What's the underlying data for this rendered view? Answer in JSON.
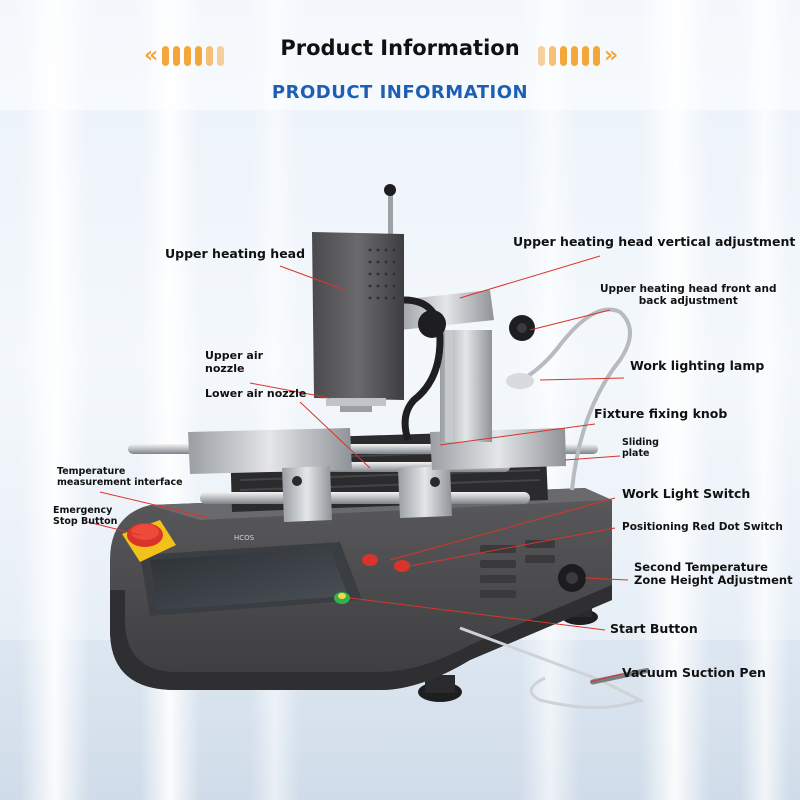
{
  "header": {
    "title": "Product Information",
    "subtitle": "PRODUCT INFORMATION"
  },
  "labels": {
    "upper_heating_head": "Upper heating head",
    "vertical_adjustment": "Upper heating head vertical adjustment",
    "front_back_adjustment_line1": "Upper heating head front and",
    "front_back_adjustment_line2": "back adjustment",
    "upper_air_nozzle_line1": "Upper air",
    "upper_air_nozzle_line2": "nozzle",
    "lower_air_nozzle": "Lower air nozzle",
    "work_lighting_lamp": "Work lighting lamp",
    "fixture_fixing_knob": "Fixture fixing knob",
    "sliding_plate_line1": "Sliding",
    "sliding_plate_line2": "plate",
    "temperature_interface_line1": "Temperature",
    "temperature_interface_line2": "measurement interface",
    "emergency_stop_line1": "Emergency",
    "emergency_stop_line2": "Stop Button",
    "work_light_switch": "Work Light Switch",
    "positioning_red_dot_switch": "Positioning Red Dot Switch",
    "second_zone_line1": "Second Temperature",
    "second_zone_line2": "Zone Height Adjustment",
    "start_button": "Start Button",
    "vacuum_suction_pen": "Vacuum Suction Pen",
    "panel_brand": "HCOS"
  },
  "colors": {
    "accent_orange": "#f4a63b",
    "subtitle_blue": "#1e5fb4",
    "leader_red": "#d9342b",
    "machine_body": "#4a4a4c",
    "estop_yellow": "#f2c21b"
  }
}
